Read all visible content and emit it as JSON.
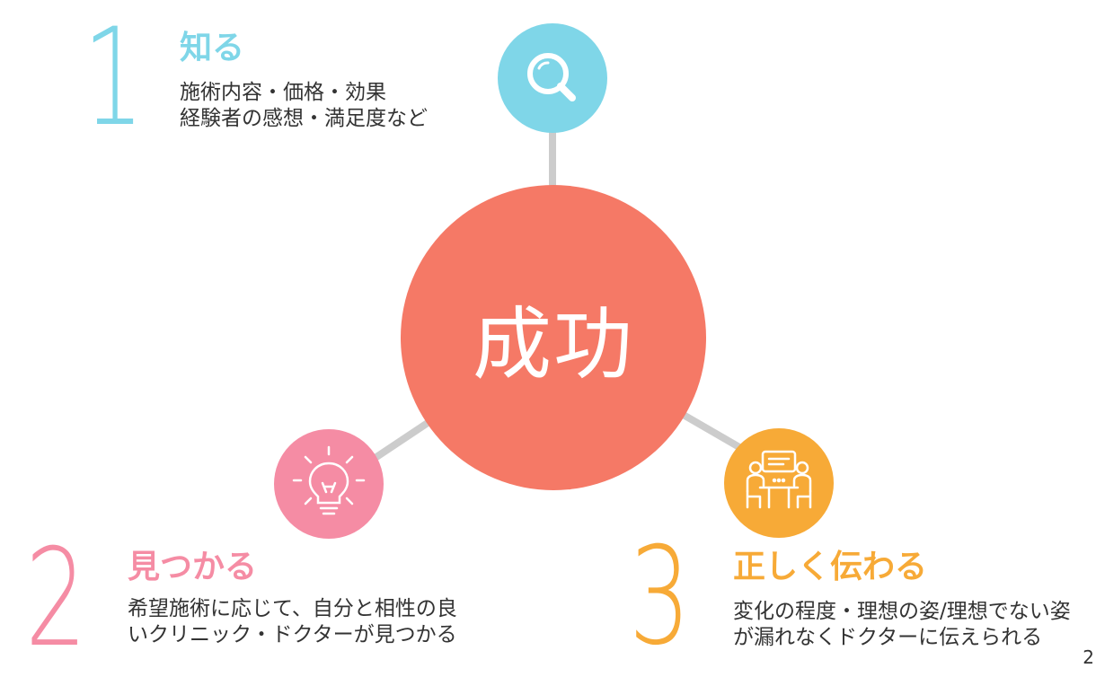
{
  "center": {
    "label": "成功"
  },
  "steps": [
    {
      "number": "1",
      "title": "知る",
      "lines": [
        "施術内容・価格・効果",
        "経験者の感想・満足度など"
      ],
      "icon": "search-icon",
      "color": "#7fd6e8"
    },
    {
      "number": "2",
      "title": "見つかる",
      "lines": [
        "希望施術に応じて、自分と相性の良",
        "いクリニック・ドクターが見つかる"
      ],
      "icon": "lightbulb-icon",
      "color": "#f58ca4"
    },
    {
      "number": "3",
      "title": "正しく伝わる",
      "lines": [
        "変化の程度・理想の姿/理想でない姿",
        "が漏れなくドクターに伝えられる"
      ],
      "icon": "consultation-icon",
      "color": "#f7aa37"
    }
  ],
  "center_color": "#f57966",
  "page_number": "2"
}
